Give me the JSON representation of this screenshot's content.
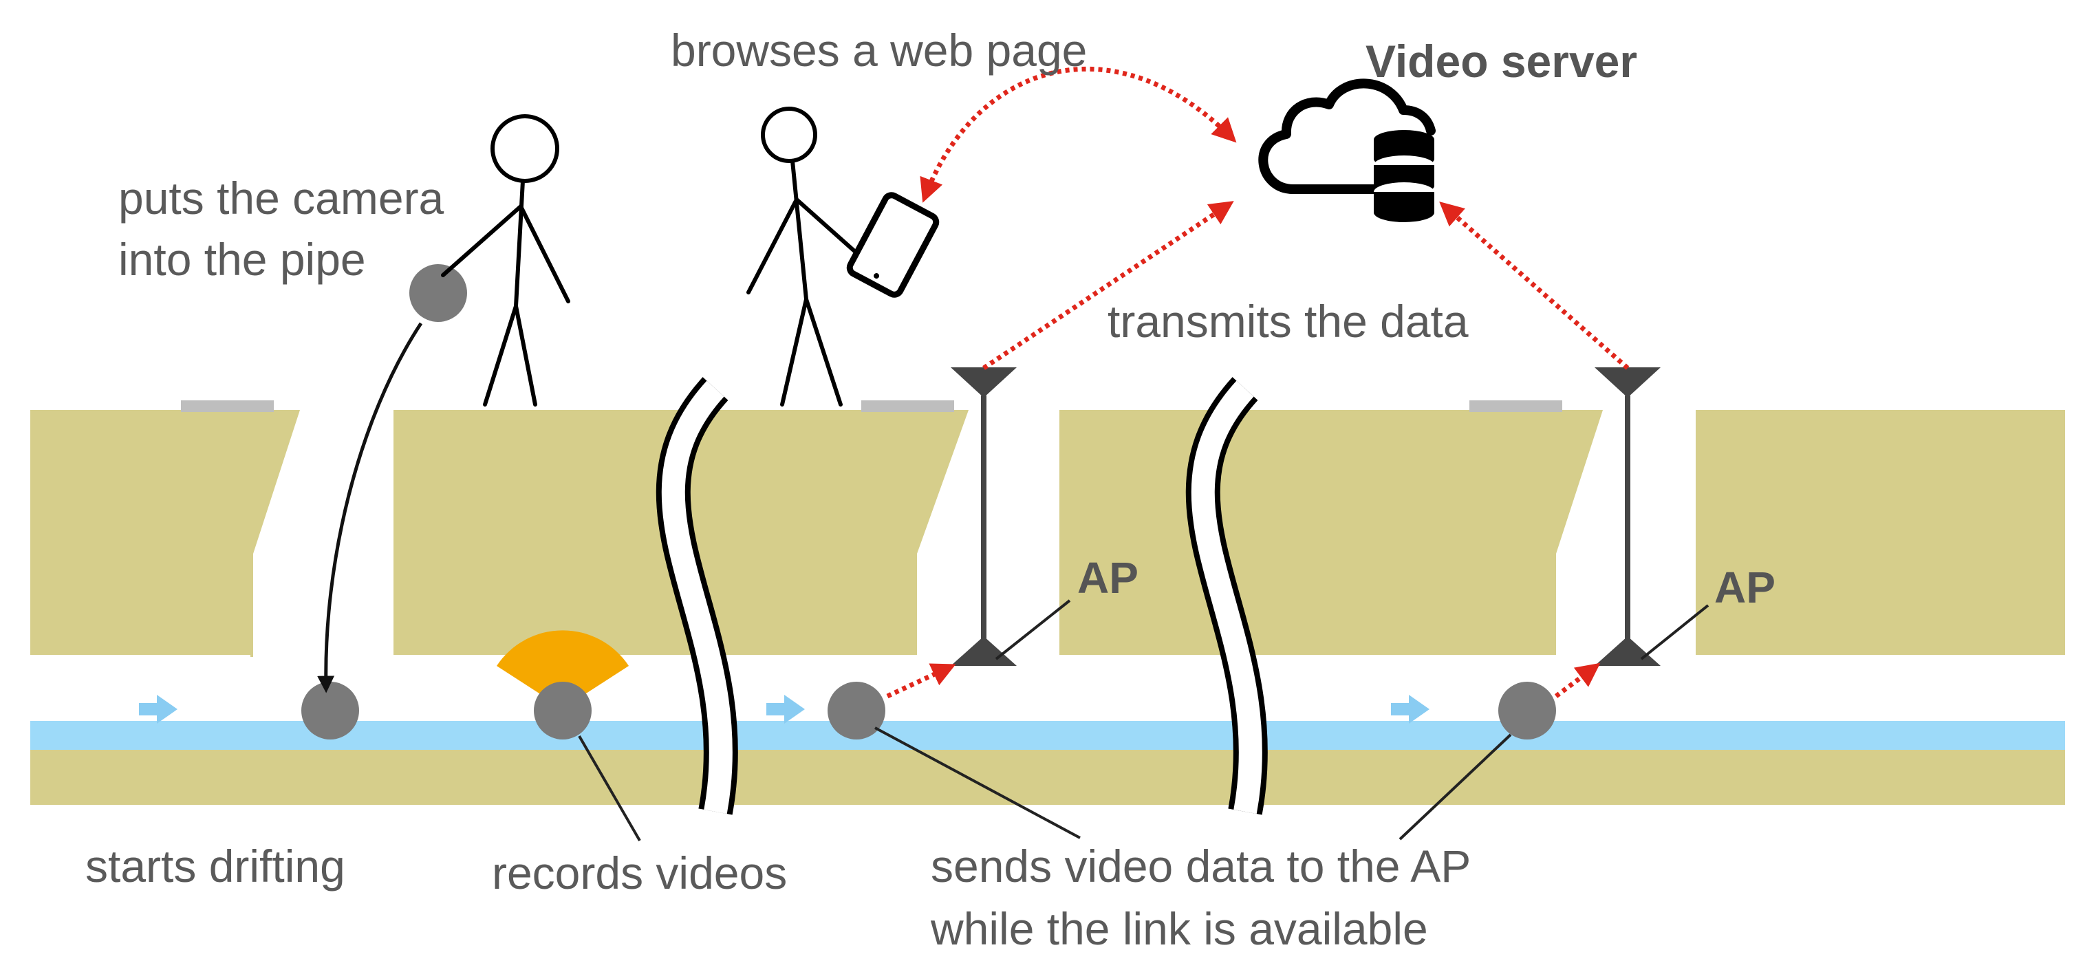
{
  "colors": {
    "ground": "#D6CE8B",
    "water": "#9DDAF9",
    "flow_arrow": "#89CCF2",
    "camera": "#7A7A7A",
    "recording_fan": "#F5A800",
    "link": "#E0261B",
    "antenna": "#454545",
    "manhole_cover": "#BEBEBE",
    "label": "#5A5A5A"
  },
  "icons": {
    "server": "cloud-database-icon",
    "viewer_device": "tablet-icon",
    "access_point": "antenna-icon",
    "camera": "camera-ball-icon"
  },
  "labels": {
    "browses": "browses a web page",
    "video_server": "Video server",
    "puts_camera_line1": "puts the camera",
    "puts_camera_line2": "into the pipe",
    "transmits": "transmits the data",
    "ap_1": "AP",
    "ap_2": "AP",
    "starts_drifting": "starts drifting",
    "records_videos": "records videos",
    "sends_line1": "sends video data to the AP",
    "sends_line2": "while the link is available"
  }
}
